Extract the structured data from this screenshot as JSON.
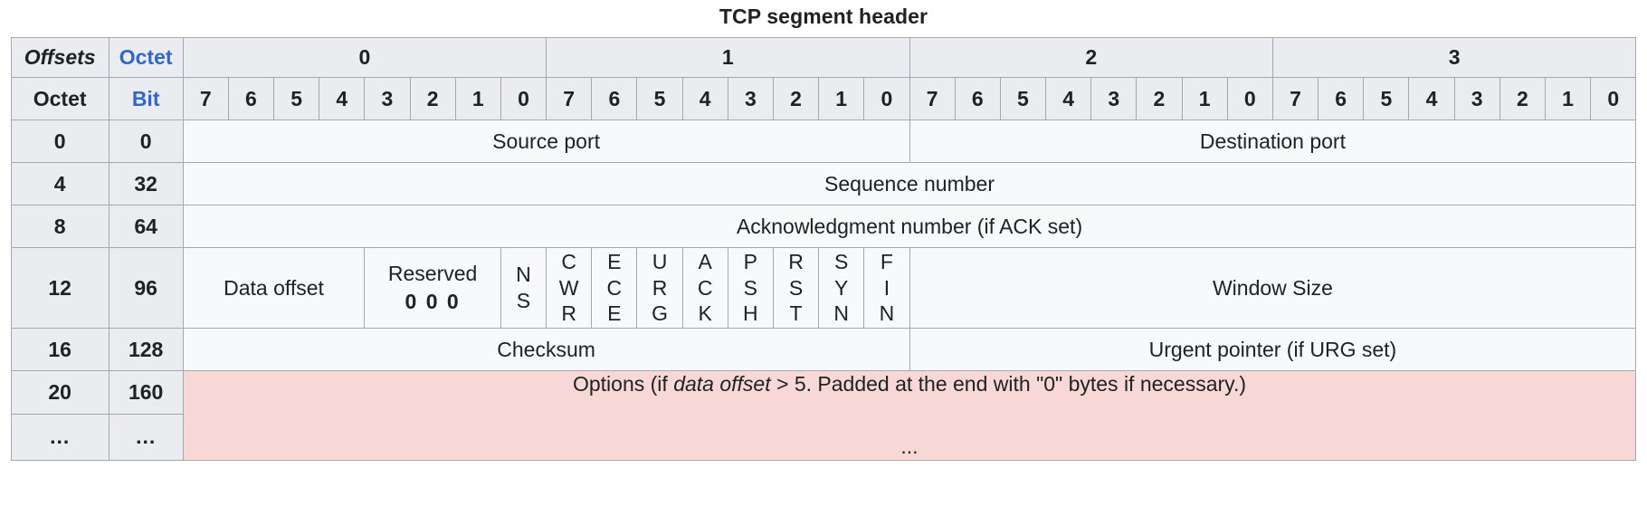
{
  "caption": "TCP segment header",
  "colors": {
    "header_bg": "#eaecf0",
    "cell_bg": "#f8f9fa",
    "border": "#a2a9b1",
    "link": "#3366cc",
    "options_highlight": "#f8d7d7",
    "text": "#202122"
  },
  "header": {
    "offsets_label": "Offsets",
    "octet_link": "Octet",
    "octet_row_label": "Octet",
    "bit_link": "Bit",
    "octet_groups": [
      "0",
      "1",
      "2",
      "3"
    ],
    "bits": [
      "7",
      "6",
      "5",
      "4",
      "3",
      "2",
      "1",
      "0",
      "7",
      "6",
      "5",
      "4",
      "3",
      "2",
      "1",
      "0",
      "7",
      "6",
      "5",
      "4",
      "3",
      "2",
      "1",
      "0",
      "7",
      "6",
      "5",
      "4",
      "3",
      "2",
      "1",
      "0"
    ]
  },
  "rows": [
    {
      "octet_offset": "0",
      "bit_offset": "0",
      "fields": [
        {
          "label": "Source port",
          "bits": 16
        },
        {
          "label": "Destination port",
          "bits": 16
        }
      ]
    },
    {
      "octet_offset": "4",
      "bit_offset": "32",
      "fields": [
        {
          "label": "Sequence number",
          "bits": 32
        }
      ]
    },
    {
      "octet_offset": "8",
      "bit_offset": "64",
      "fields": [
        {
          "label": "Acknowledgment number (if ACK set)",
          "bits": 32
        }
      ]
    },
    {
      "octet_offset": "12",
      "bit_offset": "96",
      "fields": [
        {
          "label": "Data offset",
          "bits": 4
        },
        {
          "label": "Reserved",
          "sub_label": "0 0 0",
          "bits": 3
        },
        {
          "label": "NS",
          "bits": 1,
          "vertical": true
        },
        {
          "label": "CWR",
          "bits": 1,
          "vertical": true
        },
        {
          "label": "ECE",
          "bits": 1,
          "vertical": true
        },
        {
          "label": "URG",
          "bits": 1,
          "vertical": true
        },
        {
          "label": "ACK",
          "bits": 1,
          "vertical": true
        },
        {
          "label": "PSH",
          "bits": 1,
          "vertical": true
        },
        {
          "label": "RST",
          "bits": 1,
          "vertical": true
        },
        {
          "label": "SYN",
          "bits": 1,
          "vertical": true
        },
        {
          "label": "FIN",
          "bits": 1,
          "vertical": true
        },
        {
          "label": "Window Size",
          "bits": 16
        }
      ]
    },
    {
      "octet_offset": "16",
      "bit_offset": "128",
      "fields": [
        {
          "label": "Checksum",
          "bits": 16
        },
        {
          "label": "Urgent pointer (if URG set)",
          "bits": 16
        }
      ]
    },
    {
      "octet_offset": "20",
      "bit_offset": "160",
      "octet_offset_cont": "...",
      "bit_offset_cont": "...",
      "highlight": true,
      "fields": [
        {
          "label_parts": [
            {
              "text": "Options (if ",
              "style": "normal"
            },
            {
              "text": "data offset",
              "style": "italic"
            },
            {
              "text": " > 5. Padded at the end with \"0\" bytes if necessary.)",
              "style": "normal"
            }
          ],
          "bits": 32
        }
      ],
      "continuation_label": "..."
    }
  ]
}
